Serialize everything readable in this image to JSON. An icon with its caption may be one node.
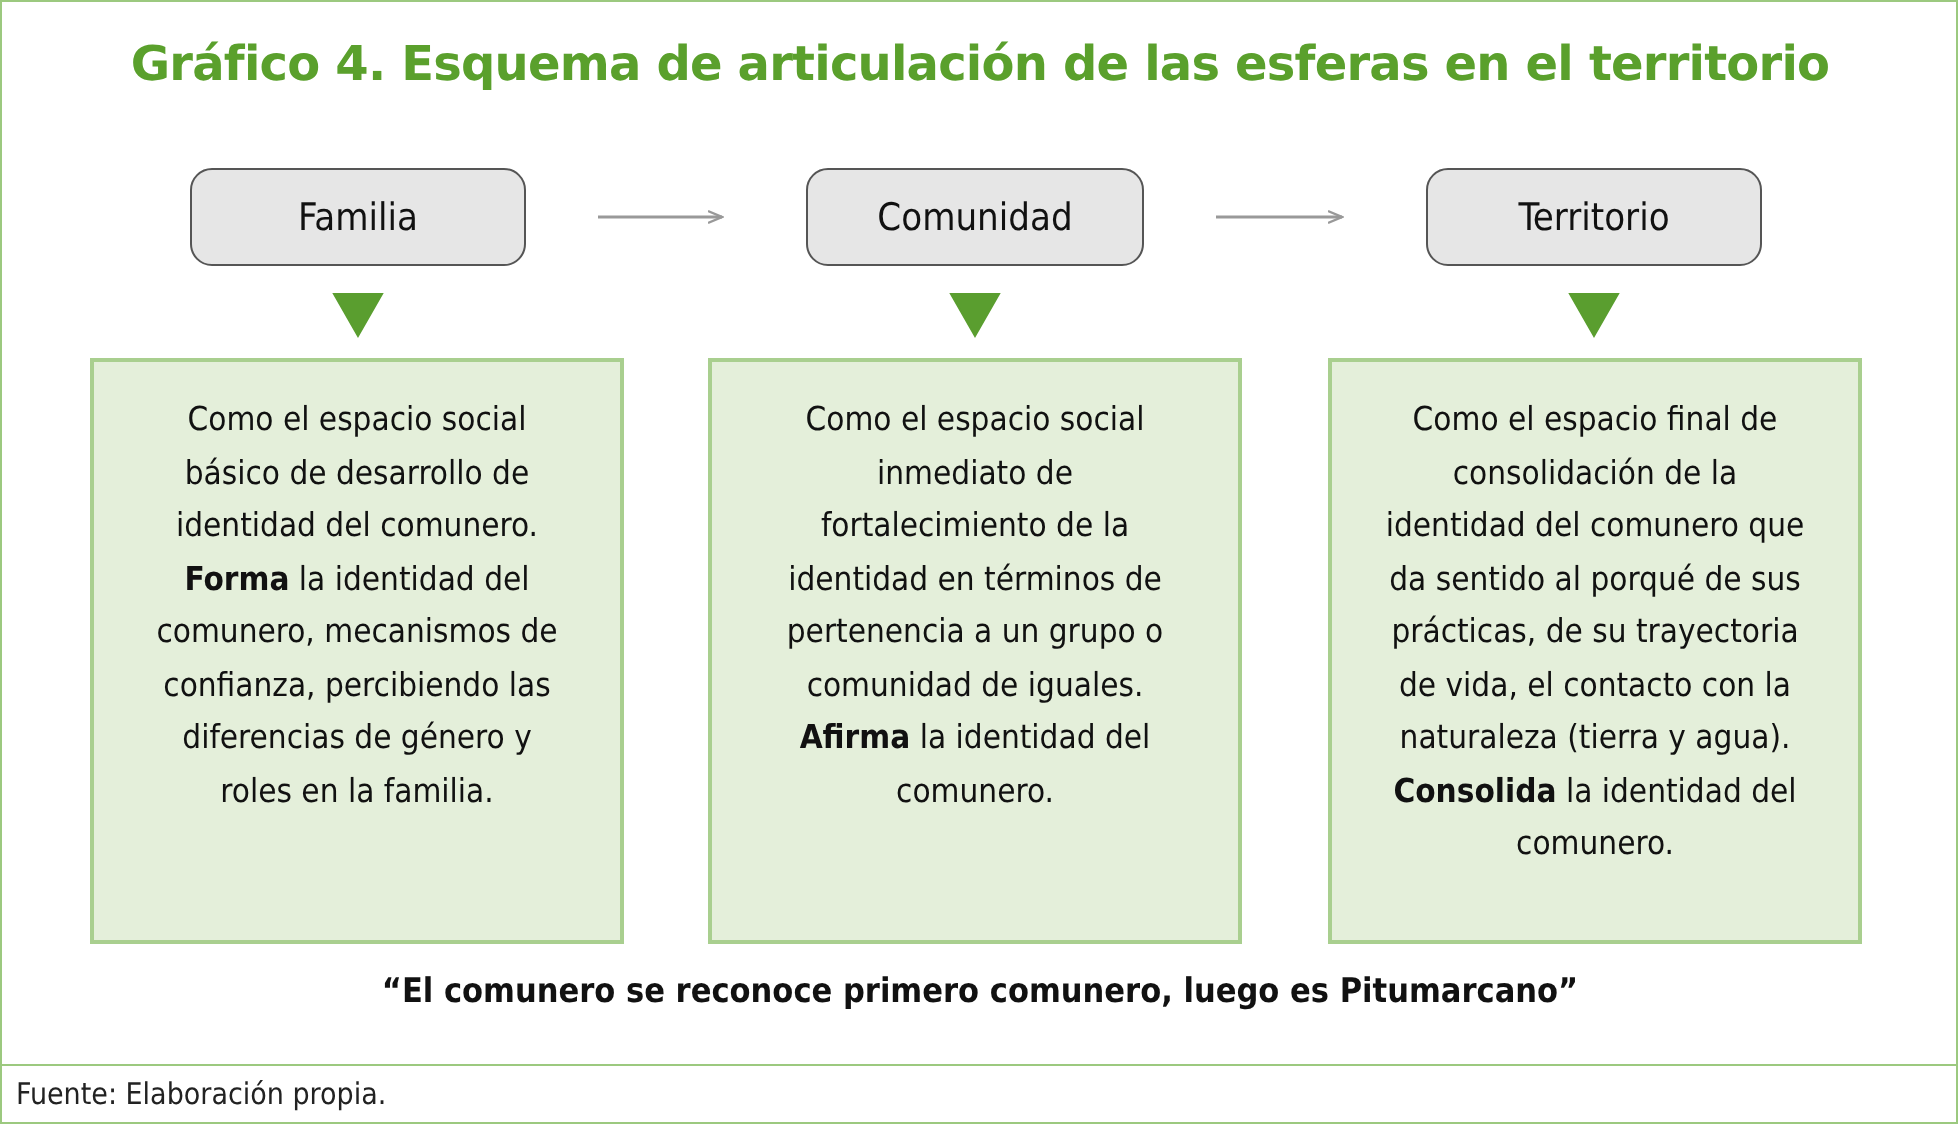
{
  "diagram": {
    "title": "Gráfico 4. Esquema de articulación de las esferas en el territorio",
    "nodes": [
      {
        "text": [
          "Familia"
        ]
      },
      {
        "text": [
          "Comunidad"
        ]
      },
      {
        "text": [
          "Territorio"
        ]
      },
      {
        "text": [
          "Como el espacio social básico de desarrollo de identidad del comunero. **Forma** la identidad del comunero, mecanismos de confianza, percibiendo las diferencias de género y roles en la familia."
        ]
      },
      {
        "text": [
          "Como el espacio social inmediato de fortalecimiento de la identidad en términos de pertenencia a un grupo o comunidad de iguales. **Afirma** la identidad del comunero."
        ]
      },
      {
        "text": [
          "Como el espacio final de consolidación de la identidad del comunero que da sentido al porqué de sus prácticas, de su trayectoria de vida, el contacto con la naturaleza (tierra y agua). **Consolida** la identidad del comunero."
        ]
      }
    ],
    "edges": [
      {
        "from": 0,
        "to": 1,
        "arrow": "to",
        "color": "#999999"
      },
      {
        "from": 1,
        "to": 2,
        "arrow": "to",
        "color": "#999999"
      },
      {
        "from": 0,
        "to": 3,
        "arrow": "to"
      },
      {
        "from": 1,
        "to": 4,
        "arrow": "to"
      },
      {
        "from": 2,
        "to": 5,
        "arrow": "to"
      }
    ],
    "labels": [
      "“El comunero se reconoce primero comunero, luego es Pitumarcano”"
    ],
    "caption": "Fuente: Elaboración propia."
  }
}
